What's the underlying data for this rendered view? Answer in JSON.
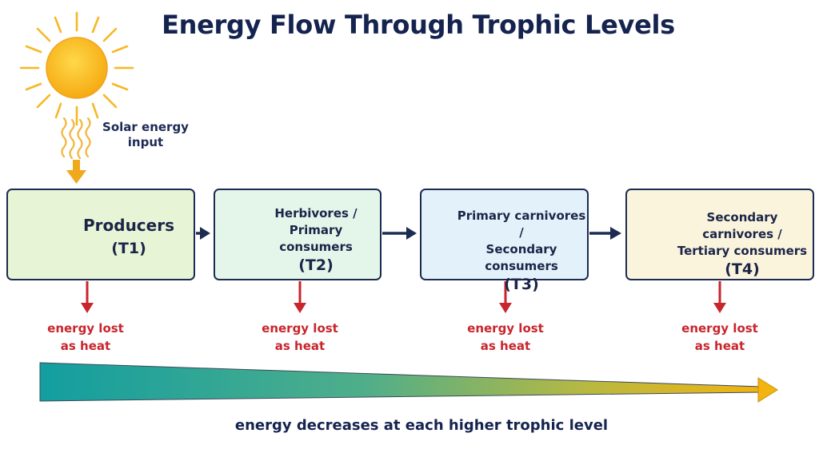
{
  "title": "Energy Flow Through Trophic Levels",
  "solar_label": [
    "Solar energy",
    "input"
  ],
  "levels": [
    {
      "lines": [
        "Producers",
        ""
      ],
      "level": "(T1)",
      "icon": "plant-icon"
    },
    {
      "lines": [
        "Herbivores /",
        "Primary consumers"
      ],
      "level": "(T2)",
      "icon": "grasshopper-icon"
    },
    {
      "lines": [
        "Primary carnivores /",
        "Secondary consumers"
      ],
      "level": "(T3)",
      "icon": "bird-icon"
    },
    {
      "lines": [
        "Secondary carnivores /",
        "Tertiary consumers"
      ],
      "level": "(T4)",
      "icon": "eagle-icon"
    }
  ],
  "heat_loss_label": [
    "energy lost",
    "as heat"
  ],
  "footer": "energy decreases at each higher trophic level",
  "colors": {
    "title": "#15234f",
    "heat_loss": "#c8252d",
    "sun": "#f6b11a",
    "gradient_start": "#13a3a1",
    "gradient_end": "#f2b410",
    "box_border": "#1b2b52"
  }
}
